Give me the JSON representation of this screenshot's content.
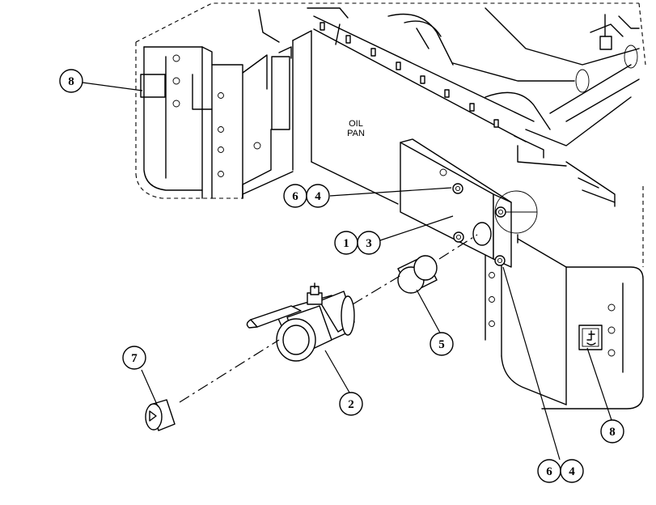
{
  "diagram": {
    "label_oil_pan_line1": "OIL",
    "label_oil_pan_line2": "PAN",
    "callouts": {
      "c8_upper": "8",
      "c6_upper": "6",
      "c4_upper": "4",
      "c1": "1",
      "c3": "3",
      "c5": "5",
      "c7": "7",
      "c2": "2",
      "c8_lower": "8",
      "c6_lower": "6",
      "c4_lower": "4"
    }
  }
}
